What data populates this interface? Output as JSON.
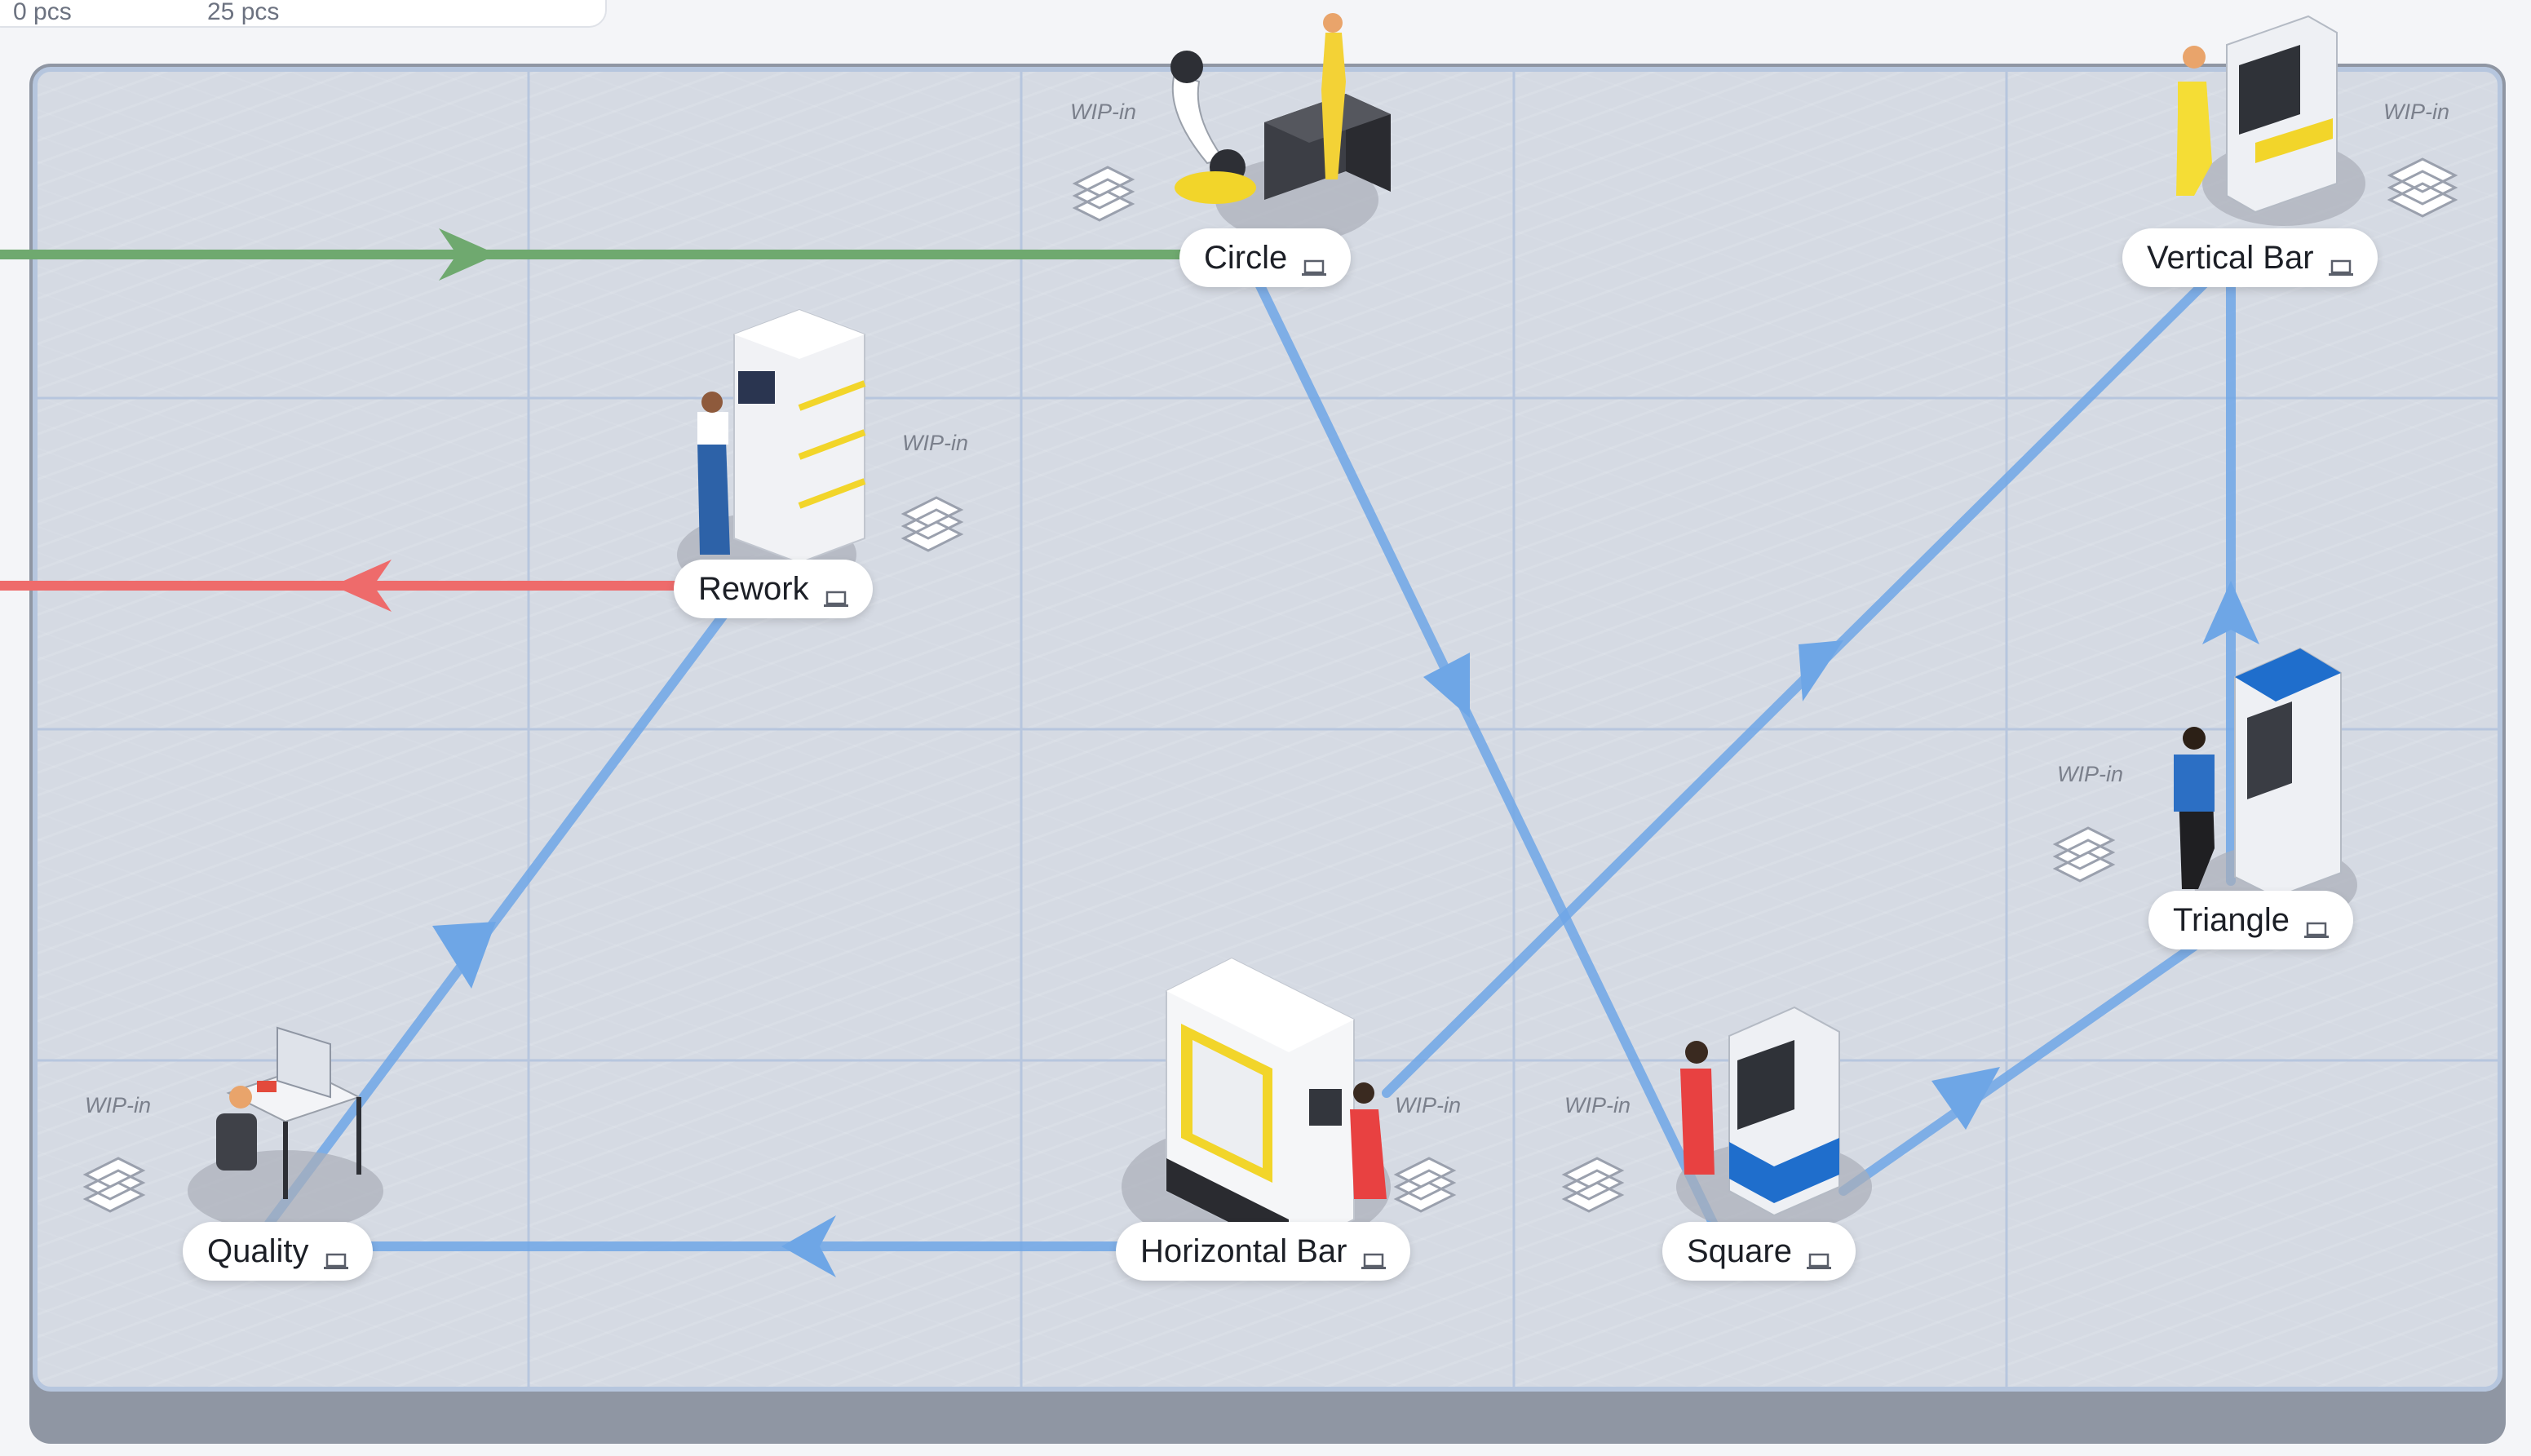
{
  "header": {
    "left_value": "0 pcs",
    "right_value": "25 pcs"
  },
  "wip_label": "WIP-in",
  "stations": [
    {
      "id": "circle",
      "label": "Circle"
    },
    {
      "id": "vertical-bar",
      "label": "Vertical Bar"
    },
    {
      "id": "rework",
      "label": "Rework"
    },
    {
      "id": "triangle",
      "label": "Triangle"
    },
    {
      "id": "quality",
      "label": "Quality"
    },
    {
      "id": "horizontal-bar",
      "label": "Horizontal Bar"
    },
    {
      "id": "square",
      "label": "Square"
    }
  ],
  "icons": {
    "station_suffix": "laptop-icon",
    "wip": "stacked-parts-icon"
  },
  "colors": {
    "flow": "#6ea6e6",
    "input": "#6fa96f",
    "output": "#ee6b6b",
    "board": "#d5dae3"
  }
}
